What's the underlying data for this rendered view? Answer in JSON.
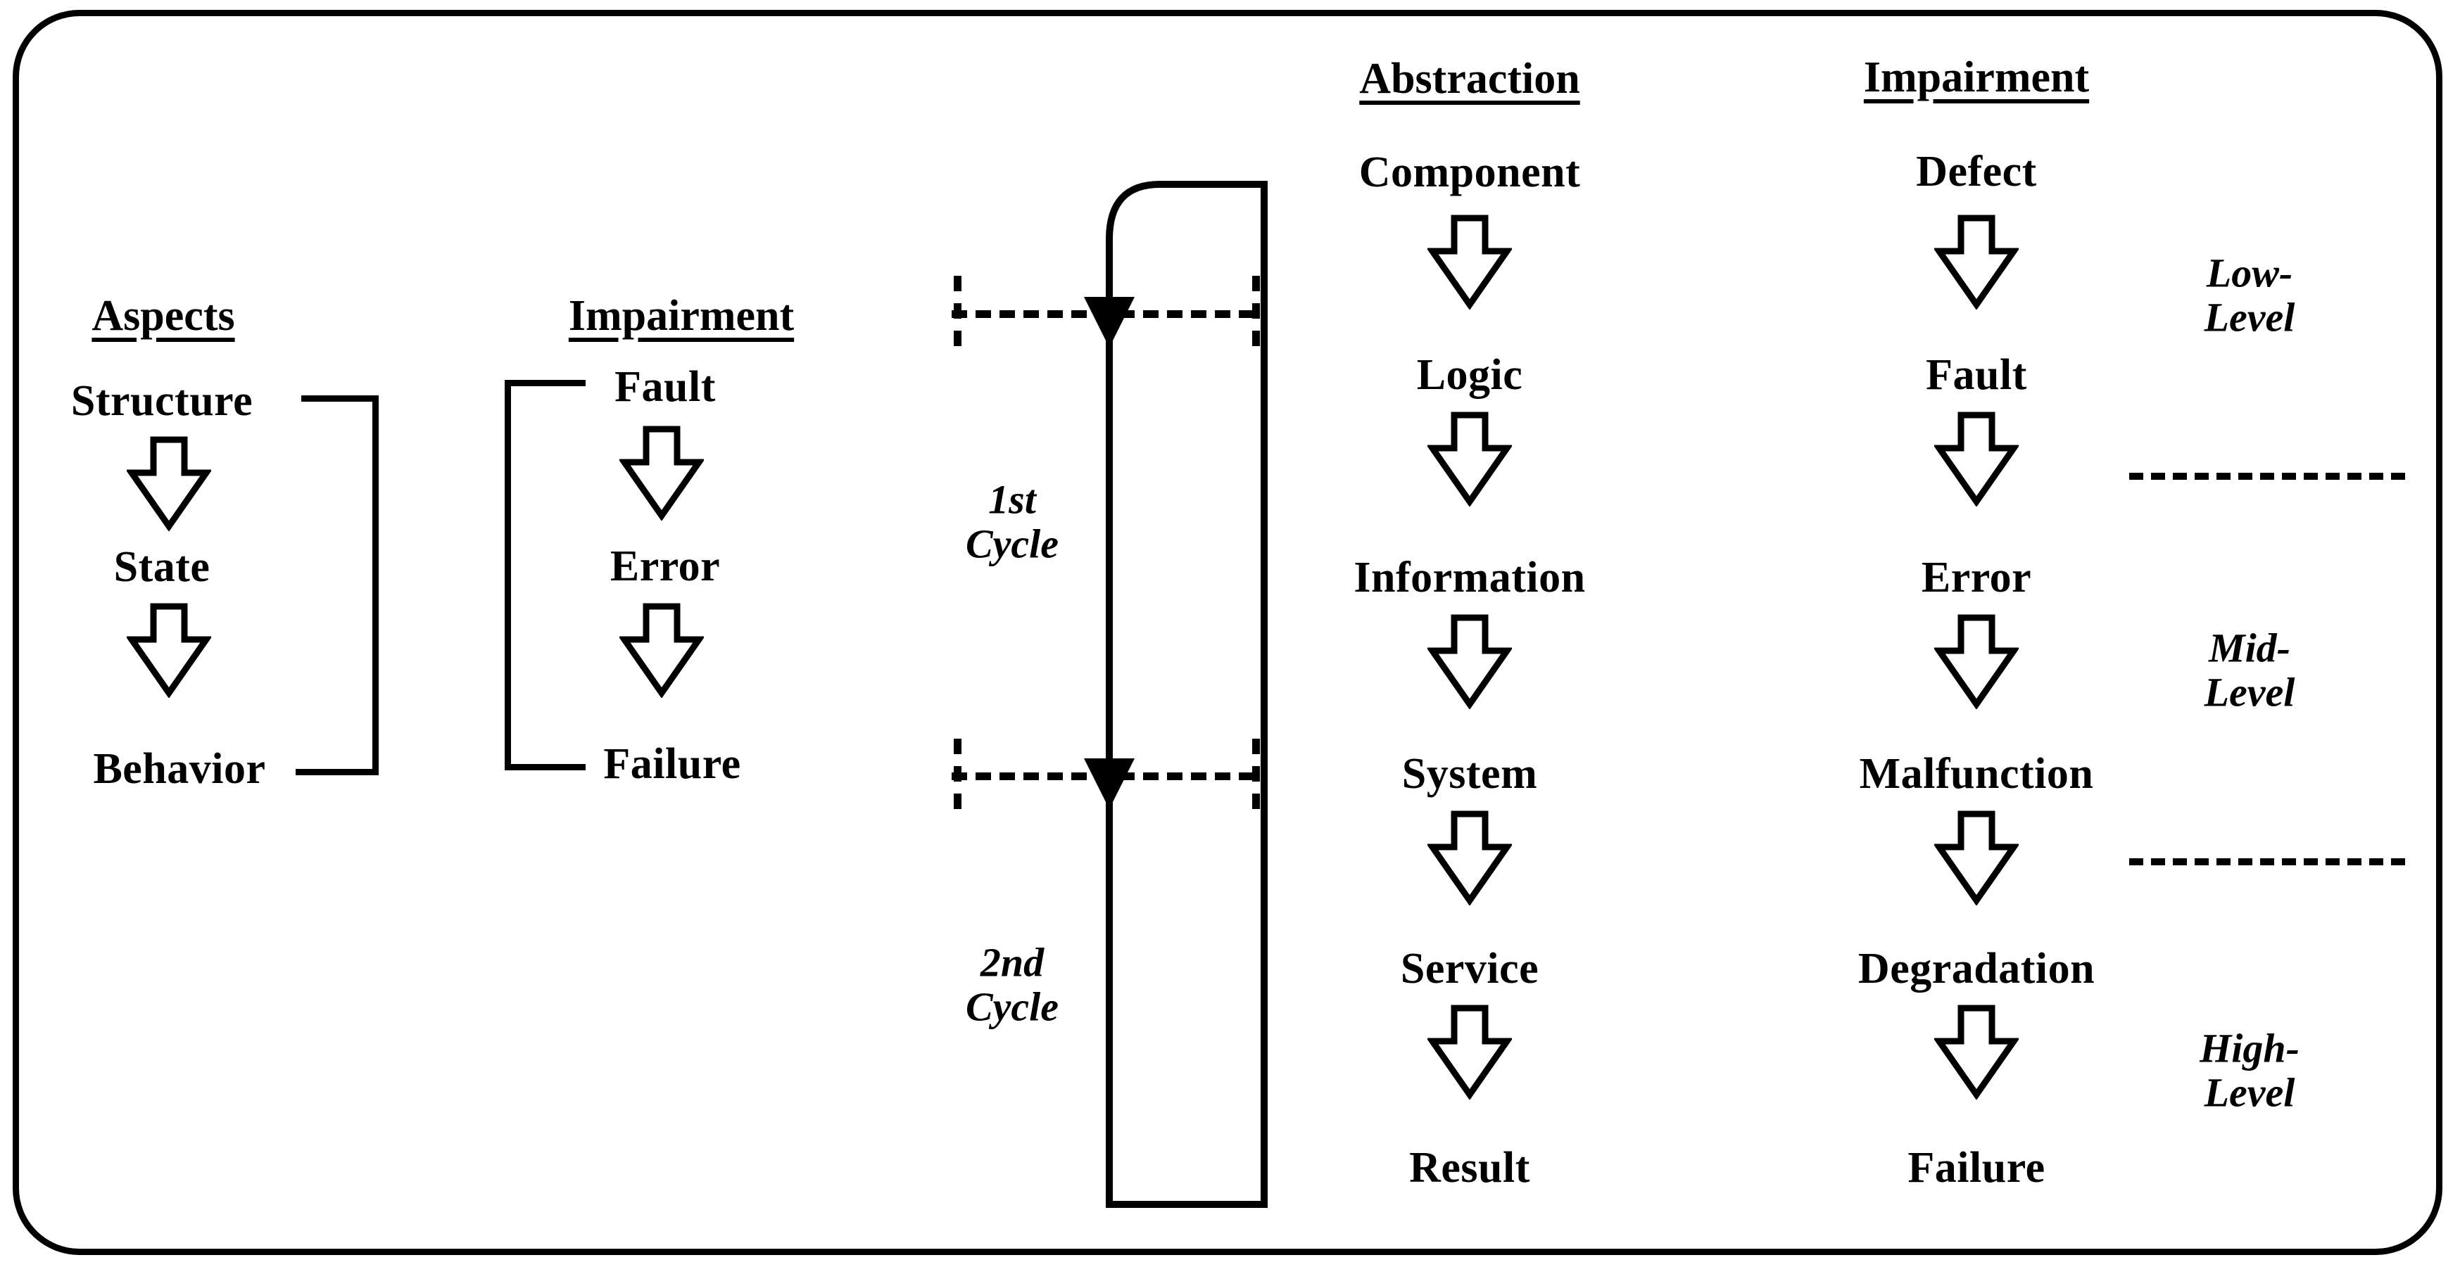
{
  "diagram": {
    "title": "Impairment propagation and abstraction level diagram",
    "ink_color": "#000000",
    "background_color": "#ffffff",
    "arrow_glyph_name": "hollow-block-down-arrow"
  },
  "columns": {
    "aspects": {
      "header": "Aspects",
      "items": [
        "Structure",
        "State",
        "Behavior"
      ],
      "bracket": "right-side bracket joining Structure to Behavior"
    },
    "impairment_left": {
      "header": "Impairment",
      "items": [
        "Fault",
        "Error",
        "Failure"
      ],
      "bracket": "left-side bracket joining Fault to Failure"
    },
    "cycle": {
      "labels": [
        "1st\nCycle",
        "2nd\nCycle"
      ],
      "label_1_line1": "1st",
      "label_1_line2": "Cycle",
      "label_2_line1": "2nd",
      "label_2_line2": "Cycle"
    },
    "abstraction": {
      "header": "Abstraction",
      "items": [
        "Component",
        "Logic",
        "Information",
        "System",
        "Service",
        "Result"
      ]
    },
    "impairment_right": {
      "header": "Impairment",
      "items": [
        "Defect",
        "Fault",
        "Error",
        "Malfunction",
        "Degradation",
        "Failure"
      ]
    },
    "levels": {
      "items": [
        {
          "line1": "Low-",
          "line2": "Level"
        },
        {
          "line1": "Mid-",
          "line2": "Level"
        },
        {
          "line1": "High-",
          "line2": "Level"
        }
      ]
    }
  }
}
